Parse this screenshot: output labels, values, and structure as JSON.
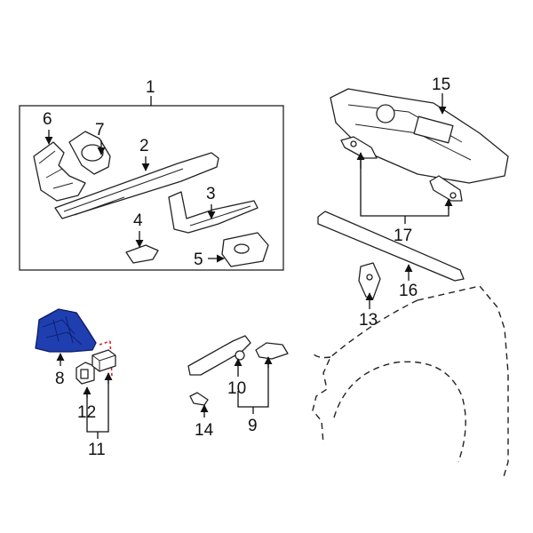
{
  "callouts": {
    "c1": "1",
    "c2": "2",
    "c3": "3",
    "c4": "4",
    "c5": "5",
    "c6": "6",
    "c7": "7",
    "c8": "8",
    "c9": "9",
    "c10": "10",
    "c11": "11",
    "c12": "12",
    "c13": "13",
    "c14": "14",
    "c15": "15",
    "c16": "16",
    "c17": "17"
  },
  "colors": {
    "highlight": "#1f3fb0",
    "highlight_edge": "#0c1c66",
    "reference_line": "#e01b1b",
    "ink": "#111111"
  }
}
